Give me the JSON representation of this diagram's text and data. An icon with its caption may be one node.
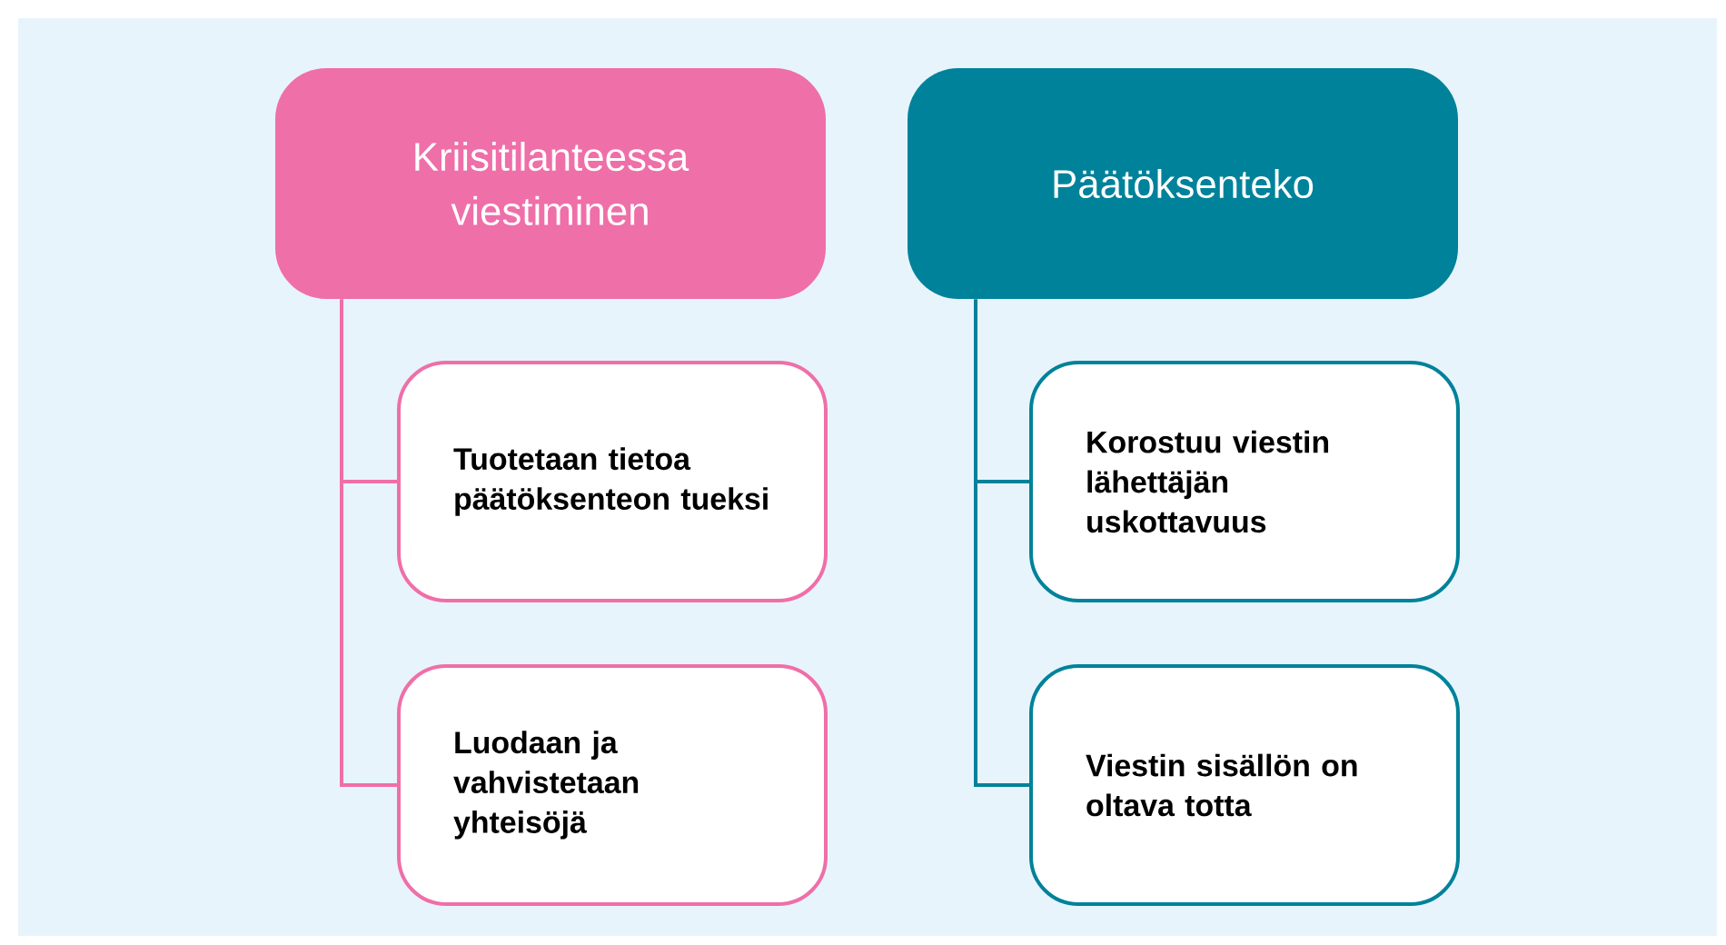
{
  "diagram": {
    "nodes": [
      {
        "text": [
          "Kriisitilanteessa viestiminen"
        ]
      },
      {
        "text": [
          "Tuotetaan tietoa päätöksenteon tueksi"
        ]
      },
      {
        "text": [
          "Luodaan ja vahvistetaan yhteisöjä"
        ]
      },
      {
        "text": [
          "Päätöksenteko"
        ]
      },
      {
        "text": [
          "Korostuu viestin lähettäjän uskottavuus"
        ]
      },
      {
        "text": [
          "Viestin sisällön on oltava totta"
        ]
      }
    ],
    "edges": [
      {
        "from": 0,
        "to": 1,
        "arrow": "none",
        "color": "#ef6fa8"
      },
      {
        "from": 0,
        "to": 2,
        "arrow": "none",
        "color": "#ef6fa8"
      },
      {
        "from": 3,
        "to": 4,
        "arrow": "none",
        "color": "#00829a"
      },
      {
        "from": 3,
        "to": 5,
        "arrow": "none",
        "color": "#00829a"
      }
    ]
  }
}
